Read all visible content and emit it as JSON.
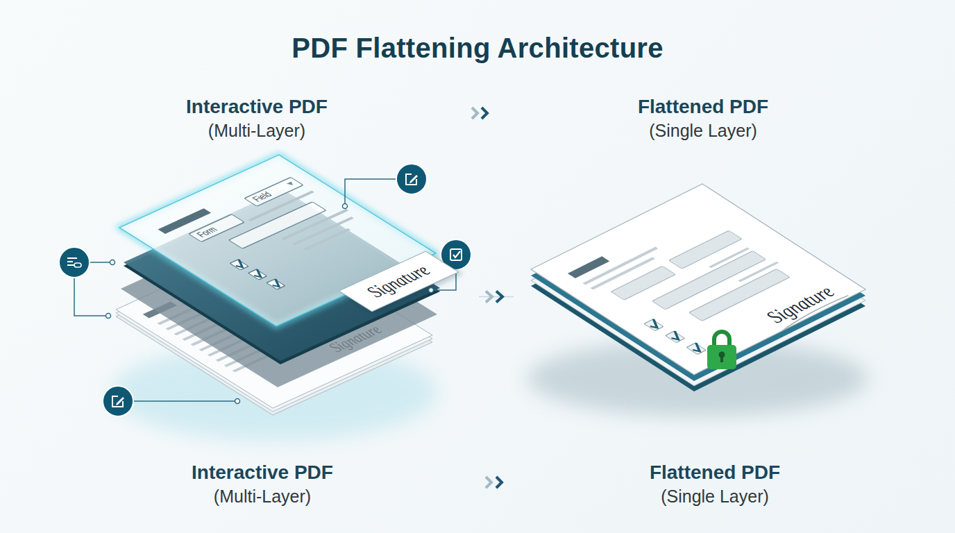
{
  "diagram": {
    "title": "PDF Flattening Architecture",
    "nodes": [
      {
        "text": [
          "Interactive PDF",
          "(Multi-Layer)"
        ]
      },
      {
        "text": [
          "Form"
        ],
        "in": 0
      },
      {
        "text": [
          "Field"
        ],
        "in": 0
      },
      {
        "text": [
          "Signature"
        ],
        "in": 0
      },
      {
        "text": [
          "Flattened PDF",
          "(Single Layer)"
        ]
      }
    ],
    "edges": [
      {
        "from": 0,
        "to": 4,
        "arrow": "to"
      }
    ],
    "labels": [
      "Signature",
      "Signature",
      "Interactive PDF",
      "(Multi-Layer)",
      "Flattened PDF",
      "(Single Layer)"
    ]
  }
}
